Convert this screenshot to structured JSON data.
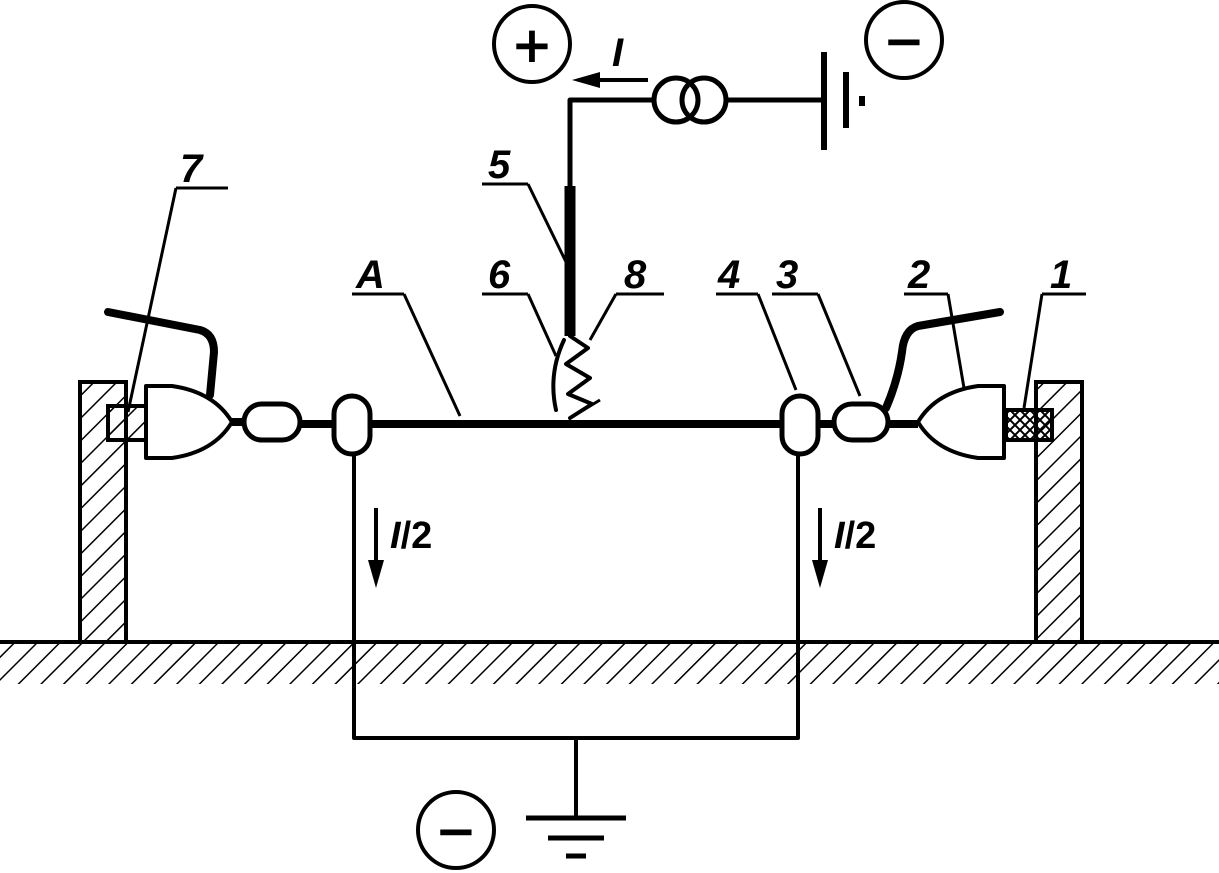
{
  "labels": {
    "n1": "1",
    "n2": "2",
    "n3": "3",
    "n4": "4",
    "n5": "5",
    "n6": "6",
    "n7": "7",
    "n8": "8",
    "a": "A"
  },
  "current": {
    "i_symbol": "I",
    "half_left_italic": "I",
    "half_left_rest": "/2",
    "half_right_italic": "I",
    "half_right_rest": "/2"
  },
  "polarity": {
    "plus_top": "+",
    "minus_top": "−",
    "minus_bottom": "−"
  }
}
